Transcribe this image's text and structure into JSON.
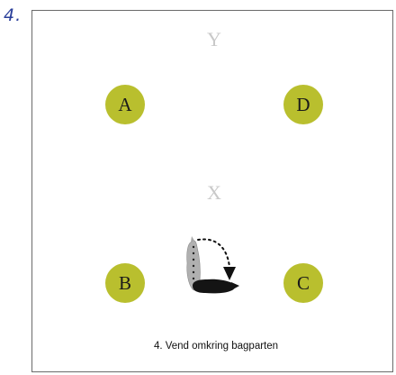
{
  "step_number": "4.",
  "markers": {
    "y": "Y",
    "x": "X"
  },
  "cones": {
    "a": "A",
    "b": "B",
    "c": "C",
    "d": "D"
  },
  "caption": "4. Vend omkring bagparten",
  "colors": {
    "cone": "#b9bf2e",
    "border": "#6a6a6a",
    "step_number": "#2a3f9a",
    "marker": "#c9c9c9"
  }
}
